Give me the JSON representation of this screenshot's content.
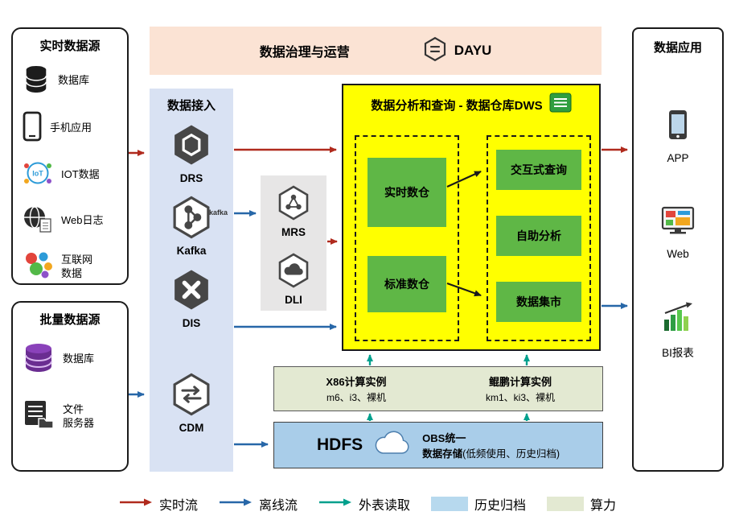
{
  "realtime_sources": {
    "title": "实时数据源",
    "items": [
      {
        "label": "数据库"
      },
      {
        "label": "手机应用"
      },
      {
        "label": "IOT数据"
      },
      {
        "label": "Web日志"
      },
      {
        "label": "互联网\n数据"
      }
    ]
  },
  "batch_sources": {
    "title": "批量数据源",
    "items": [
      {
        "label": "数据库"
      },
      {
        "label": "文件\n服务器"
      }
    ]
  },
  "governance": {
    "title": "数据治理与运营",
    "logo_text": "DAYU"
  },
  "ingestion": {
    "title": "数据接入",
    "services": [
      {
        "name": "DRS"
      },
      {
        "name": "Kafka",
        "badge": "kafka"
      },
      {
        "name": "DIS"
      },
      {
        "name": "CDM"
      }
    ]
  },
  "processing": {
    "services": [
      {
        "name": "MRS"
      },
      {
        "name": "DLI"
      }
    ]
  },
  "dws": {
    "title": "数据分析和查询 - 数据仓库DWS",
    "warehouses": [
      {
        "label": "实时数仓"
      },
      {
        "label": "标准数仓"
      }
    ],
    "services": [
      {
        "label": "交互式查询"
      },
      {
        "label": "自助分析"
      },
      {
        "label": "数据集市"
      }
    ]
  },
  "compute": {
    "columns": [
      {
        "title": "X86计算实例",
        "subtitle": "m6、i3、裸机"
      },
      {
        "title": "鲲鹏计算实例",
        "subtitle": "km1、ki3、裸机"
      }
    ]
  },
  "storage": {
    "hdfs_label": "HDFS",
    "obs_line1": "OBS统一",
    "obs_line2_bold": "数据存储",
    "obs_line2_note": "(低频使用、历史归档)"
  },
  "apps": {
    "title": "数据应用",
    "items": [
      {
        "label": "APP"
      },
      {
        "label": "Web"
      },
      {
        "label": "BI报表"
      }
    ]
  },
  "legend": {
    "items": [
      {
        "label": "实时流",
        "type": "arrow",
        "color": "#b02a1d"
      },
      {
        "label": "离线流",
        "type": "arrow",
        "color": "#2767a8"
      },
      {
        "label": "外表读取",
        "type": "arrow",
        "color": "#00a08d"
      },
      {
        "label": "历史归档",
        "type": "swatch",
        "color": "#b7d9ee"
      },
      {
        "label": "算力",
        "type": "swatch",
        "color": "#e3e9d2"
      }
    ]
  },
  "colors": {
    "realtime_flow": "#b02a1d",
    "offline_flow": "#2767a8",
    "external_read": "#00a08d",
    "dws_background": "#ffff00",
    "green_module": "#5fb746",
    "governance_background": "#fbe3d4",
    "ingestion_background": "#d9e2f3",
    "processing_background": "#e7e6e6",
    "compute_background": "#e3e9d2",
    "storage_background": "#a9cde9"
  }
}
